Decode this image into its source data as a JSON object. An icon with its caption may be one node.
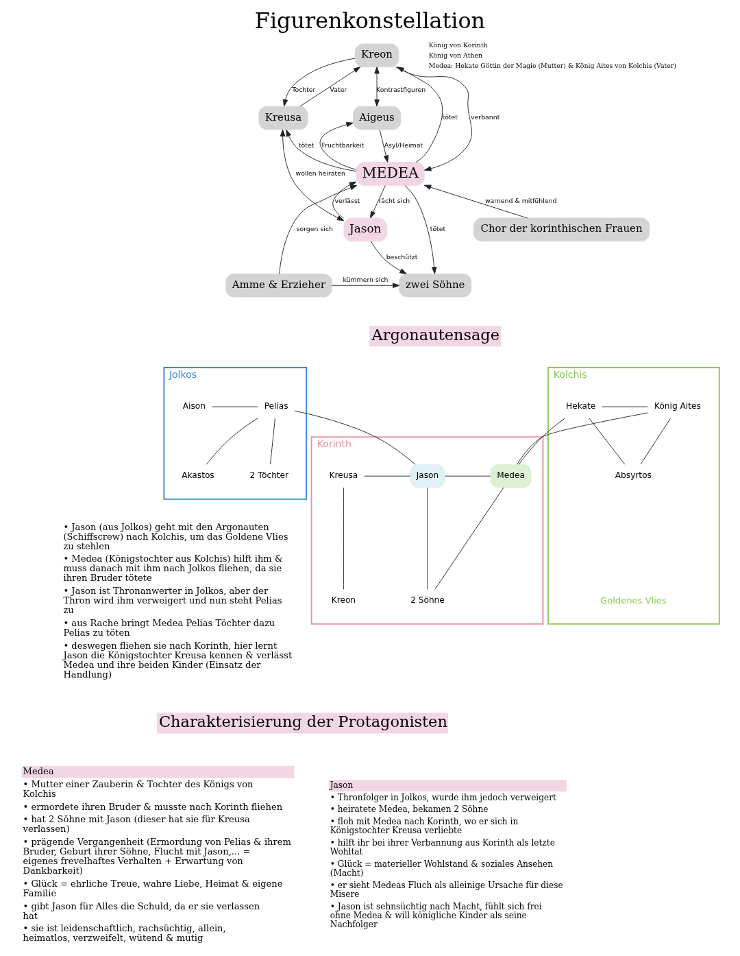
{
  "diagram": {
    "title": "Figurenkonstellation",
    "nodes": [
      {
        "text": [
          "Kreon"
        ]
      },
      {
        "text": [
          "Kreusa"
        ]
      },
      {
        "text": [
          "Aigeus"
        ]
      },
      {
        "text": [
          "MEDEA"
        ]
      },
      {
        "text": [
          "Jason"
        ]
      },
      {
        "text": [
          "Chor der korinthischen Frauen"
        ]
      },
      {
        "text": [
          "Amme & Erzieher"
        ]
      },
      {
        "text": [
          "zwei Söhne"
        ]
      },
      {
        "text": [
          "Jolkos"
        ]
      },
      {
        "text": [
          "Aison"
        ],
        "in": 8
      },
      {
        "text": [
          "Pelias"
        ],
        "in": 8
      },
      {
        "text": [
          "2 Töchter"
        ],
        "in": 8
      },
      {
        "text": [
          "Akastos"
        ],
        "in": 8
      },
      {
        "text": [
          "Kolchis"
        ],
        "beside": [
          "Goldenes Vlies"
        ]
      },
      {
        "text": [
          "König Aites"
        ],
        "in": 13
      },
      {
        "text": [
          "Hekate"
        ],
        "in": 13
      },
      {
        "text": [
          "Absyrtos"
        ],
        "in": 13
      },
      {
        "text": [
          "Korinth"
        ]
      },
      {
        "text": [
          "Kreusa"
        ],
        "in": 17
      },
      {
        "text": [
          "Jason"
        ],
        "in": 17
      },
      {
        "text": [
          "Medea"
        ],
        "in": 17
      },
      {
        "text": [
          "Kreon"
        ],
        "in": 17
      },
      {
        "text": [
          "2 Söhne"
        ],
        "in": 17
      }
    ],
    "edges": [
      {
        "from": 1,
        "to": 0,
        "arrow": "to",
        "label": "Vater"
      },
      {
        "from": 0,
        "to": 1,
        "arrow": "to",
        "label": "Tochter"
      },
      {
        "from": 0,
        "to": 2,
        "arrow": "both",
        "label": "Kontrastfiguren"
      },
      {
        "from": 3,
        "to": 1,
        "arrow": "to",
        "label": "tötet"
      },
      {
        "from": 0,
        "to": 3,
        "arrow": "to",
        "label": "verbannt"
      },
      {
        "from": 3,
        "to": 0,
        "arrow": "to",
        "label": "tötet"
      },
      {
        "from": 1,
        "to": 4,
        "arrow": "both",
        "label": "wollen heiraten"
      },
      {
        "from": 4,
        "to": 3,
        "arrow": "to",
        "label": "verlässt"
      },
      {
        "from": 3,
        "to": 4,
        "arrow": "to",
        "label": "rächt sich"
      },
      {
        "from": 3,
        "to": 2,
        "arrow": "to",
        "label": "Fruchtbarkeit"
      },
      {
        "from": 2,
        "to": 3,
        "arrow": "to",
        "label": "Asyl/Heimat"
      },
      {
        "from": 5,
        "to": 3,
        "arrow": "to",
        "label": "warnend & mitfühlend"
      },
      {
        "from": 6,
        "to": 3,
        "arrow": "to",
        "label": "sorgen sich"
      },
      {
        "from": 3,
        "to": 7,
        "arrow": "to",
        "label": "tötet"
      },
      {
        "from": 4,
        "to": 7,
        "arrow": "to",
        "label": "beschützt"
      },
      {
        "from": 6,
        "to": 7,
        "arrow": "to",
        "label": "kümmern sich"
      },
      {
        "from": 9,
        "to": 10,
        "arrow": "none"
      },
      {
        "from": 10,
        "to": 11,
        "arrow": "none"
      },
      {
        "from": 10,
        "to": 12,
        "arrow": "none"
      },
      {
        "from": 10,
        "to": 19,
        "arrow": "none"
      },
      {
        "from": 14,
        "to": 15,
        "arrow": "none"
      },
      {
        "from": 14,
        "to": 16,
        "arrow": "none"
      },
      {
        "from": 15,
        "to": 16,
        "arrow": "none"
      },
      {
        "from": 14,
        "to": 20,
        "arrow": "none"
      },
      {
        "from": 15,
        "to": 20,
        "arrow": "none"
      },
      {
        "from": 18,
        "to": 19,
        "arrow": "none"
      },
      {
        "from": 19,
        "to": 20,
        "arrow": "none"
      },
      {
        "from": 18,
        "to": 21,
        "arrow": "none"
      },
      {
        "from": 19,
        "to": 22,
        "arrow": "none"
      },
      {
        "from": 20,
        "to": 22,
        "arrow": "none"
      }
    ],
    "labels": [
      "König von Korinth",
      "König von Athen",
      "Medea: Hekate Göttin der Magie (Mutter) & König Aites von Kolchis (Vater)",
      "Argonautensage",
      "• Jason (aus Jolkos) geht mit den Argonauten (Schiffscrew) nach Kolchis, um das Goldene Vlies zu stehlen",
      "• Medea (Königstochter aus Kolchis) hilft ihm & muss danach mit ihm nach Jolkos fliehen, da sie ihren Bruder tötete",
      "• Jason ist Thronanwerter in Jolkos, aber der Thron wird ihm verweigert und nun steht Pelias zu",
      "• aus Rache bringt Medea Pelias Töchter dazu Pelias zu töten",
      "• deswegen fliehen sie nach Korinth, hier lernt Jason die Königstochter Kreusa kennen & verlässt Medea und ihre beiden Kinder (Einsatz der Handlung)",
      "Charakterisierung der Protagonisten",
      "Medea",
      "• Mutter einer Zauberin & Tochter des Königs von Kolchis",
      "• ermordete ihren Bruder & musste nach Korinth fliehen",
      "• hat 2 Söhne mit Jason (dieser hat sie für Kreusa verlassen)",
      "• prägende Vergangenheit (Ermordung von Pelias & ihrem Bruder, Geburt ihrer Söhne, Flucht mit Jason,... = eigenes frevelhaftes Verhalten + Erwartung von Dankbarkeit)",
      "• Glück = ehrliche Treue, wahre Liebe, Heimat & eigene Familie",
      "• gibt Jason für Alles die Schuld, da er sie verlassen hat",
      "• sie ist leidenschaftlich, rachsüchtig, allein, heimatlos, verzweifelt, wütend & mutig",
      "Jason",
      "• Thronfolger in Jolkos, wurde ihm jedoch verweigert",
      "• heiratete Medea, bekamen 2 Söhne",
      "• floh mit Medea nach Korinth, wo er sich in Königstochter Kreusa verliebte",
      "• hilft ihr bei ihrer Verbannung aus Korinth als letzte Wohltat",
      "• Glück = materieller Wohlstand & soziales Ansehen (Macht)",
      "• er sieht Medeas Fluch als alleinige Ursache für diese Misere",
      "• Jason ist sehnsüchtig nach Macht, fühlt sich frei ohne Medea & will königliche Kinder als seine Nachfolger"
    ]
  }
}
